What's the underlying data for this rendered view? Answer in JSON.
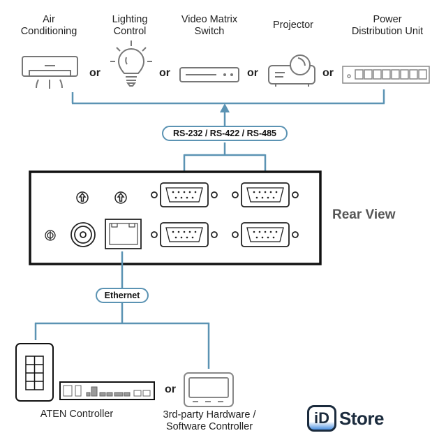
{
  "devices": [
    {
      "label_line1": "Air",
      "label_line2": "Conditioning",
      "icon": "air-conditioner-icon"
    },
    {
      "label_line1": "Lighting",
      "label_line2": "Control",
      "icon": "light-bulb-icon"
    },
    {
      "label_line1": "Video Matrix",
      "label_line2": "Switch",
      "icon": "video-matrix-switch-icon"
    },
    {
      "label_line1": "Projector",
      "label_line2": "",
      "icon": "projector-icon"
    },
    {
      "label_line1": "Power",
      "label_line2": "Distribution Unit",
      "icon": "pdu-icon"
    }
  ],
  "connector_word": "or",
  "serial_label": "RS-232 / RS-422 / RS-485",
  "rear_view_label": "Rear View",
  "ethernet_label": "Ethernet",
  "controllers": {
    "aten": "ATEN Controller",
    "third_party_line1": "3rd-party Hardware /",
    "third_party_line2": "Software Controller"
  },
  "logo": {
    "box_text": "iD",
    "text": "Store"
  },
  "colors": {
    "line": "#5b93b3",
    "device_stroke": "#777777",
    "panel_stroke": "#111111",
    "logo_accent": "#4a8fe0"
  }
}
